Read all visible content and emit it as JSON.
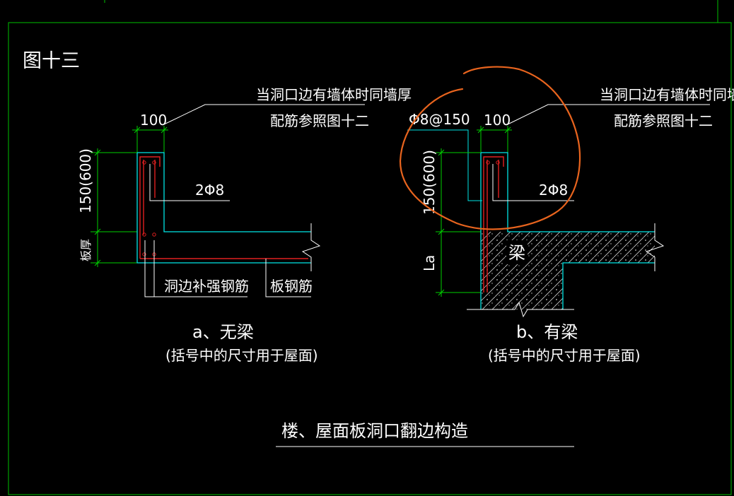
{
  "figure_label": "图十三",
  "left_detail": {
    "note_line1": "当洞口边有墙体时同墙厚",
    "note_line2": "配筋参照图十二",
    "dim_width": "100",
    "dim_height": "150(600)",
    "dim_slab": "板厚",
    "rebar_label": "2Φ8",
    "label_hole_rebar": "洞边补强钢筋",
    "label_slab_rebar": "板钢筋",
    "caption": "a、无梁",
    "caption_note": "(括号中的尺寸用于屋面)"
  },
  "right_detail": {
    "note_line1": "当洞口边有墙体时同墙厚",
    "note_line2": "配筋参照图十二",
    "stirrup_label": "Φ8@150",
    "dim_width": "100",
    "dim_height": "150(600)",
    "dim_anchor": "La",
    "rebar_label": "2Φ8",
    "beam_label": "梁",
    "caption": "b、有梁",
    "caption_note": "(括号中的尺寸用于屋面)"
  },
  "main_title": "楼、屋面板洞口翻边构造",
  "colors": {
    "background": "#000000",
    "concrete_outline": "#00e5e5",
    "rebar": "#e02020",
    "dimension": "#00d000",
    "annotation": "#ffffff",
    "highlight_circle": "#e8641e"
  }
}
